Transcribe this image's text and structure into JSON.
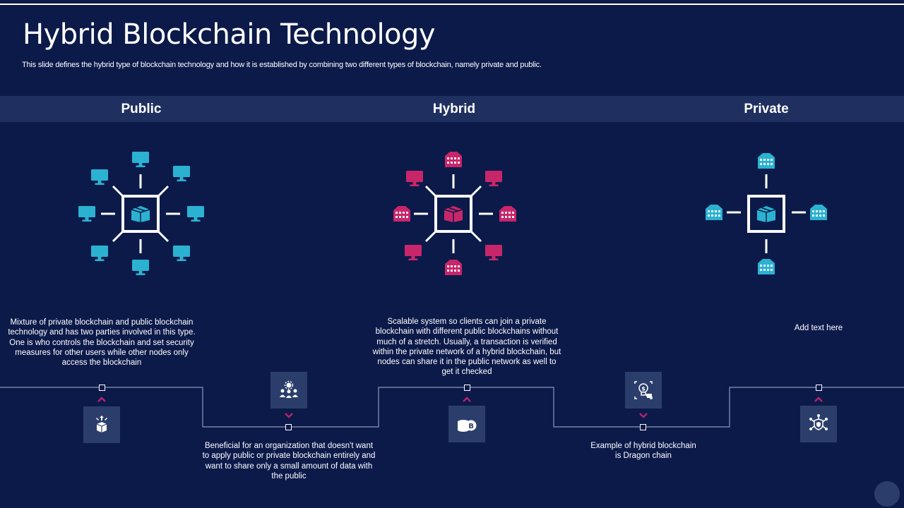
{
  "title": "Hybrid Blockchain Technology",
  "subtitle": "This slide defines the hybrid type  of blockchain technology and how it  is established by combining two different types of blockchain, namely private and public.",
  "columns": {
    "public": "Public",
    "hybrid": "Hybrid",
    "private": "Private"
  },
  "descriptions": {
    "public": "Mixture  of private blockchain and public blockchain technology and has two parties involved in this type.  One is who controls the blockchain and set security measures for other users while other nodes only access the blockchain",
    "beneficial": "Beneficial for an organization that doesn't want to apply public or private blockchain entirely and want to share only a small amount of data with the public",
    "hybrid": "Scalable system so clients can join a private blockchain with different public blockchains without much of a stretch. Usually, a transaction is verified within the private network of a hybrid blockchain, but nodes can share it in the public network as well to get it checked",
    "dragon": "Example of hybrid blockchain is Dragon chain",
    "private": "Add text here"
  },
  "colors": {
    "background": "#0c1a4a",
    "band": "#1f3060",
    "tile": "#2b3e6b",
    "public_icons": "#2bb2d1",
    "hybrid_icons": "#c8266a",
    "chevron": "#b3246c",
    "timeline": "#8b96b4"
  },
  "icons": {
    "network_center": "box-icon",
    "public_nodes": "monitor-icon",
    "hybrid_nodes": [
      "monitor-icon",
      "building-icon"
    ],
    "private_nodes": "building-icon",
    "timeline": [
      "cubes-icon",
      "team-icon",
      "bitcoin-coins-icon",
      "money-bulb-icon",
      "shield-network-icon"
    ]
  }
}
